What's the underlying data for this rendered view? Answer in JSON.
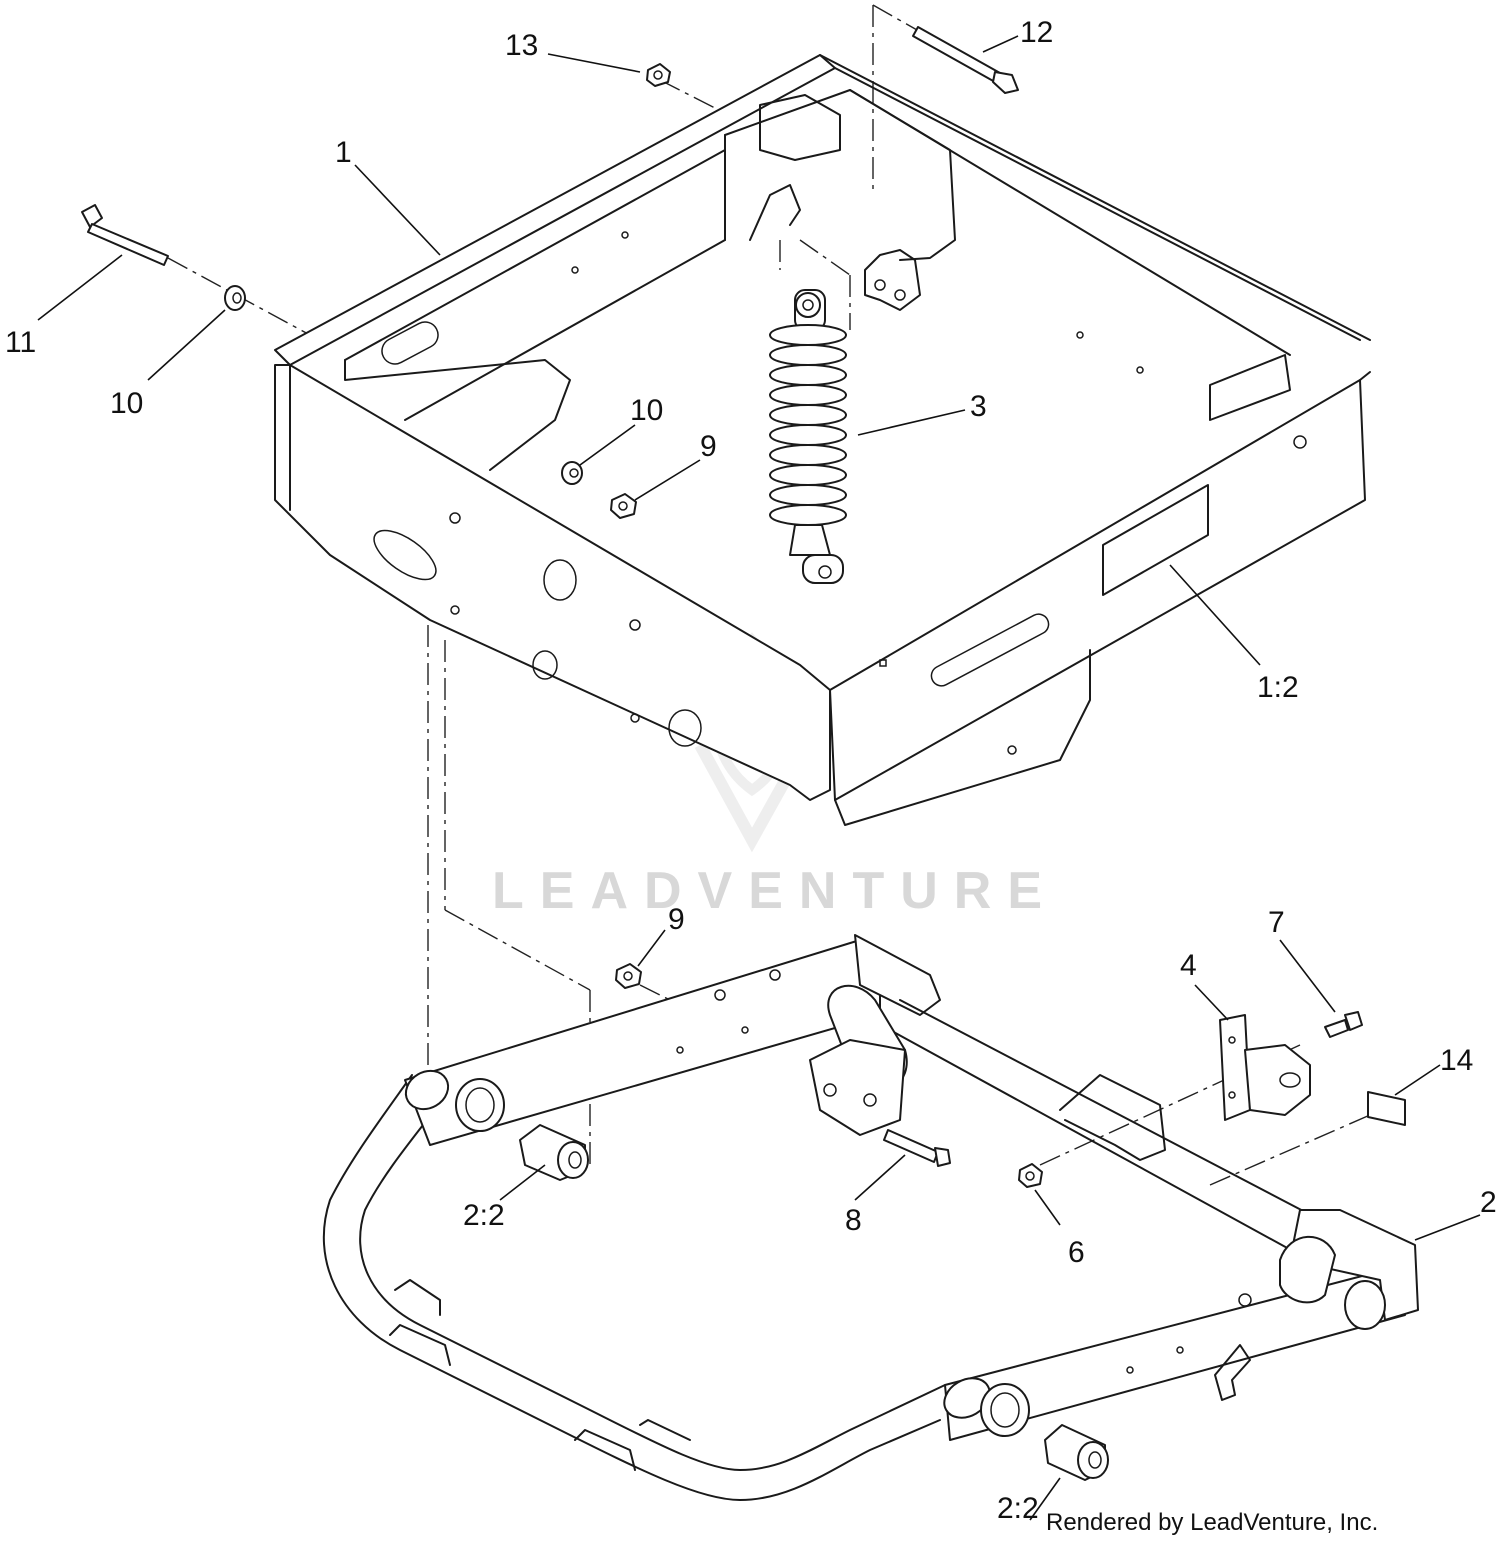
{
  "watermark": {
    "text": "LEADVENTURE"
  },
  "credit": {
    "text": "Rendered by LeadVenture, Inc."
  },
  "callouts": [
    {
      "id": "c13",
      "label": "13"
    },
    {
      "id": "c12",
      "label": "12"
    },
    {
      "id": "c1",
      "label": "1"
    },
    {
      "id": "c11",
      "label": "11"
    },
    {
      "id": "c10a",
      "label": "10"
    },
    {
      "id": "c10b",
      "label": "10"
    },
    {
      "id": "c9a",
      "label": "9"
    },
    {
      "id": "c3",
      "label": "3"
    },
    {
      "id": "c1-2",
      "label": "1:2"
    },
    {
      "id": "c9b",
      "label": "9"
    },
    {
      "id": "c7",
      "label": "7"
    },
    {
      "id": "c4",
      "label": "4"
    },
    {
      "id": "c14",
      "label": "14"
    },
    {
      "id": "c2-2a",
      "label": "2:2"
    },
    {
      "id": "c8",
      "label": "8"
    },
    {
      "id": "c6",
      "label": "6"
    },
    {
      "id": "c2",
      "label": "2"
    },
    {
      "id": "c2-2b",
      "label": "2:2"
    }
  ]
}
